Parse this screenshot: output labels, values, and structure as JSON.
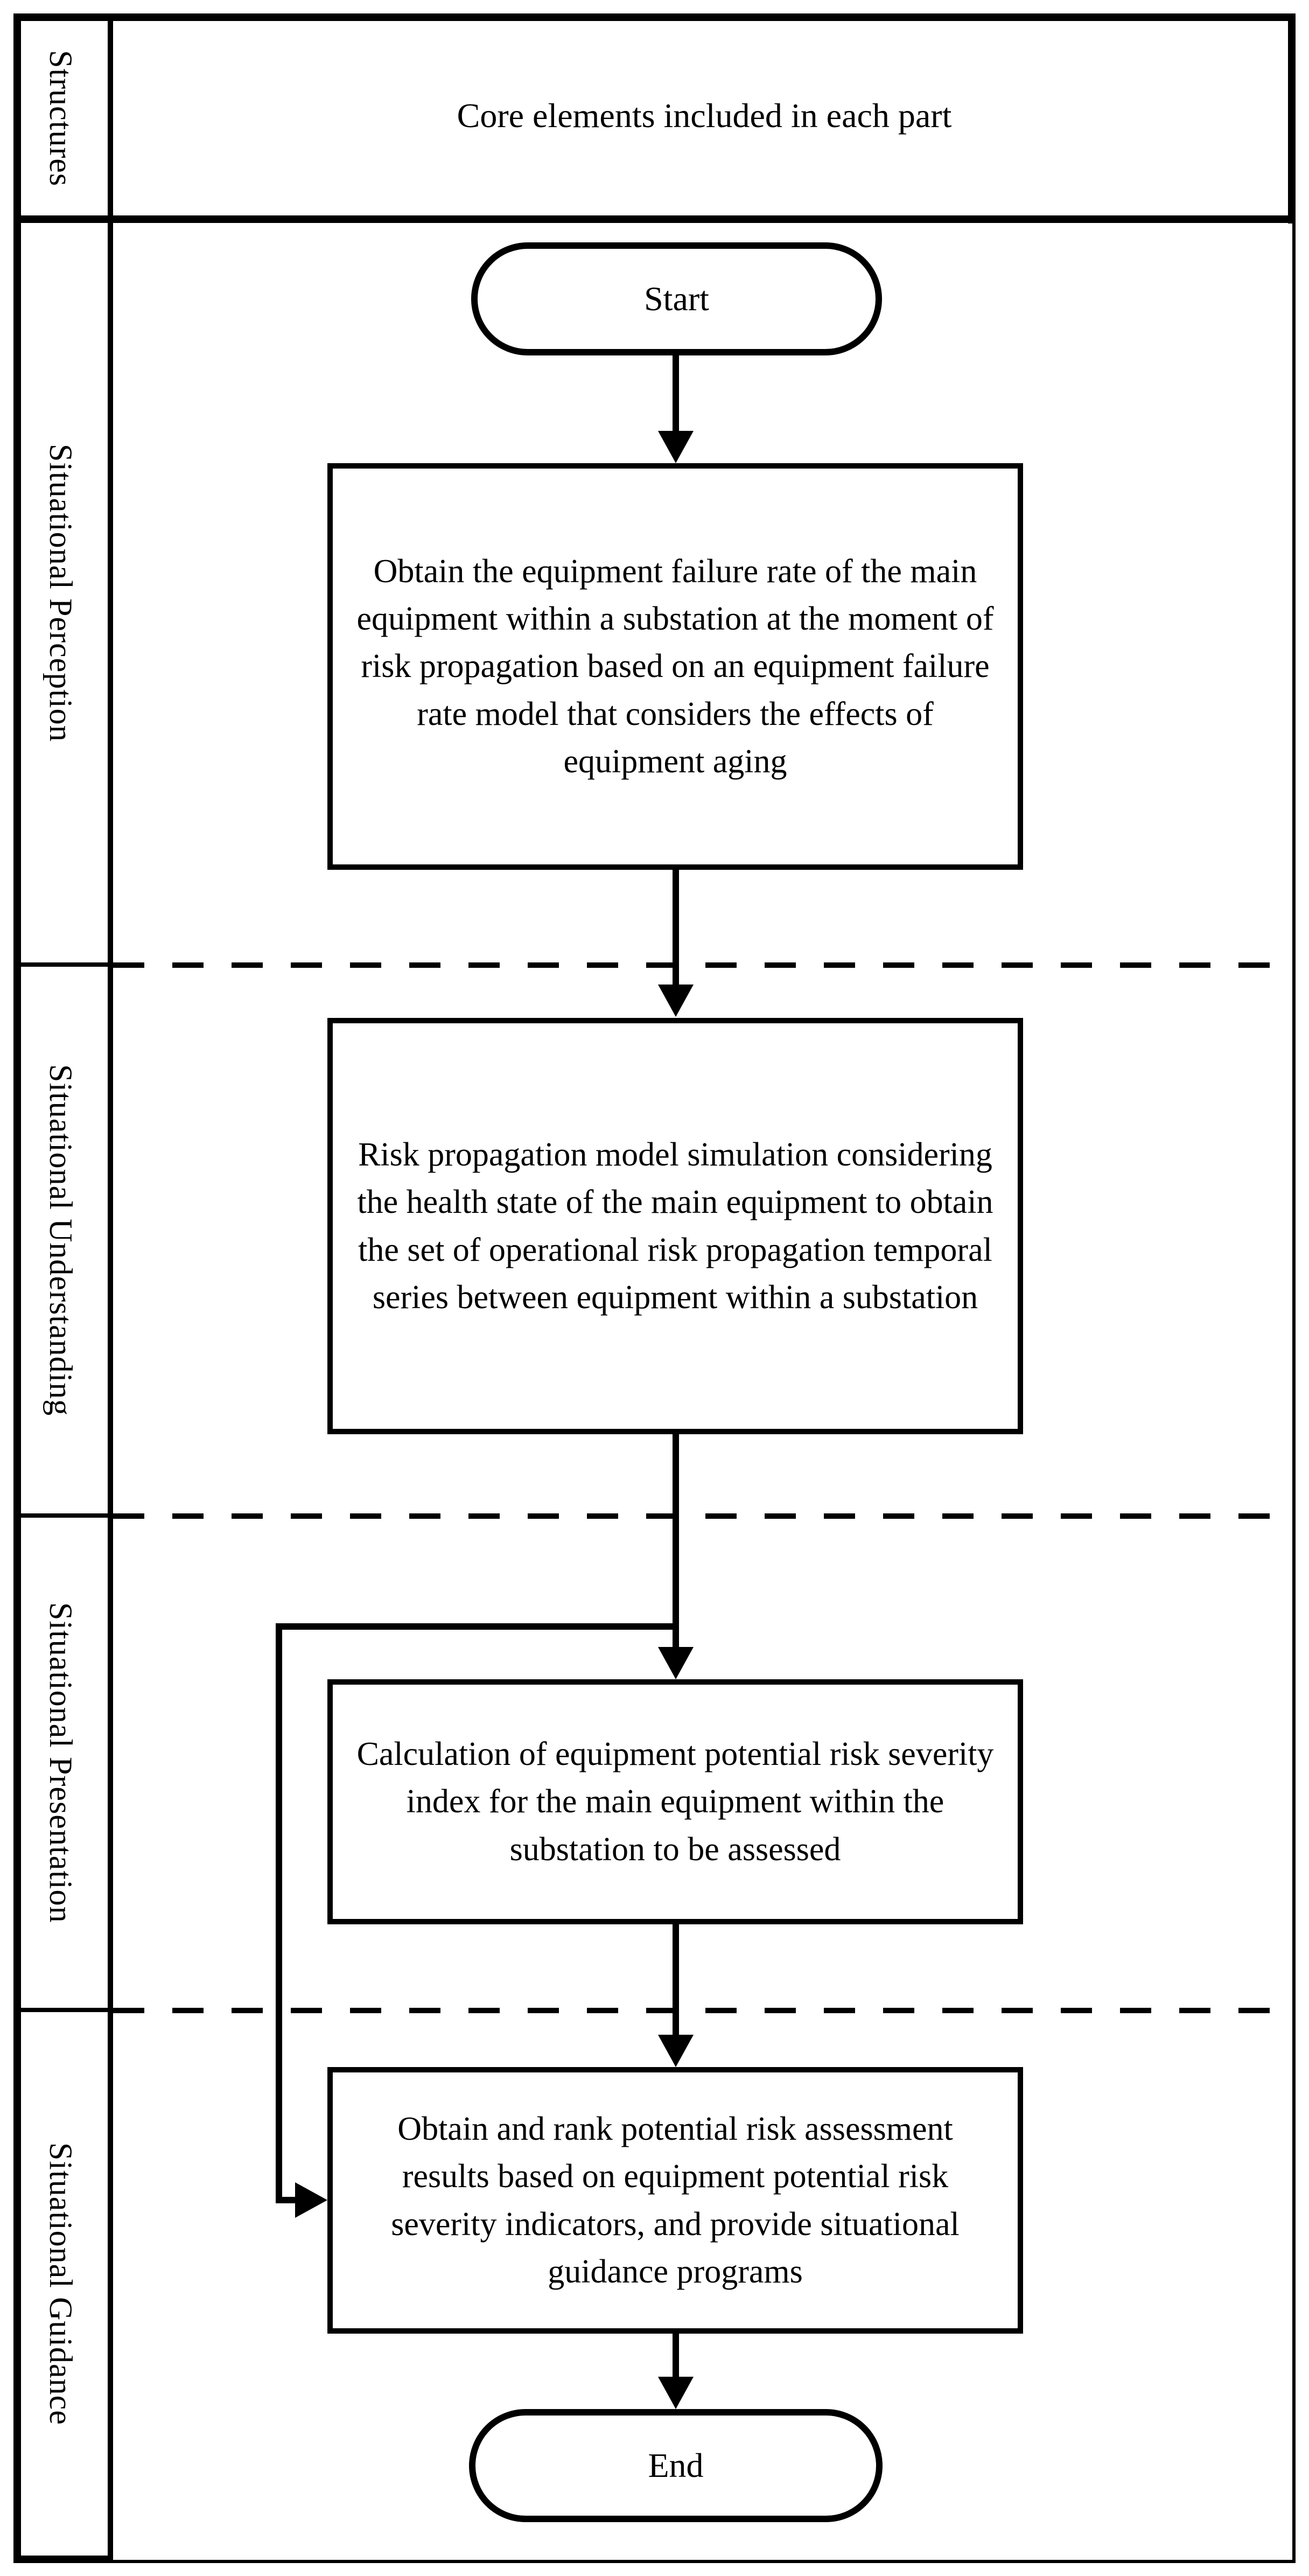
{
  "figure": {
    "structures_header": "Structures",
    "core_elements_header": "Core elements included in each part"
  },
  "sidebar": {
    "rows": [
      {
        "label": "Situational Perception"
      },
      {
        "label": "Situational Understanding"
      },
      {
        "label": "Situational Presentation"
      },
      {
        "label": "Situational Guidance"
      }
    ]
  },
  "flow": {
    "start_label": "Start",
    "end_label": "End",
    "steps": [
      {
        "text": "Obtain the equipment failure rate of the main equipment within a substation at the moment of risk propagation based on an equipment failure rate model that considers the effects of equipment aging"
      },
      {
        "text": "Risk propagation model simulation considering the health state of the main equipment to obtain the set of operational risk propagation temporal series between equipment within a substation"
      },
      {
        "text": "Calculation of equipment potential risk severity index for the main equipment within the substation to be assessed"
      },
      {
        "text": "Obtain and rank potential risk assessment results based on equipment potential risk severity indicators, and provide situational guidance programs"
      }
    ]
  },
  "colors": {
    "line": "#000000",
    "background": "#ffffff"
  }
}
